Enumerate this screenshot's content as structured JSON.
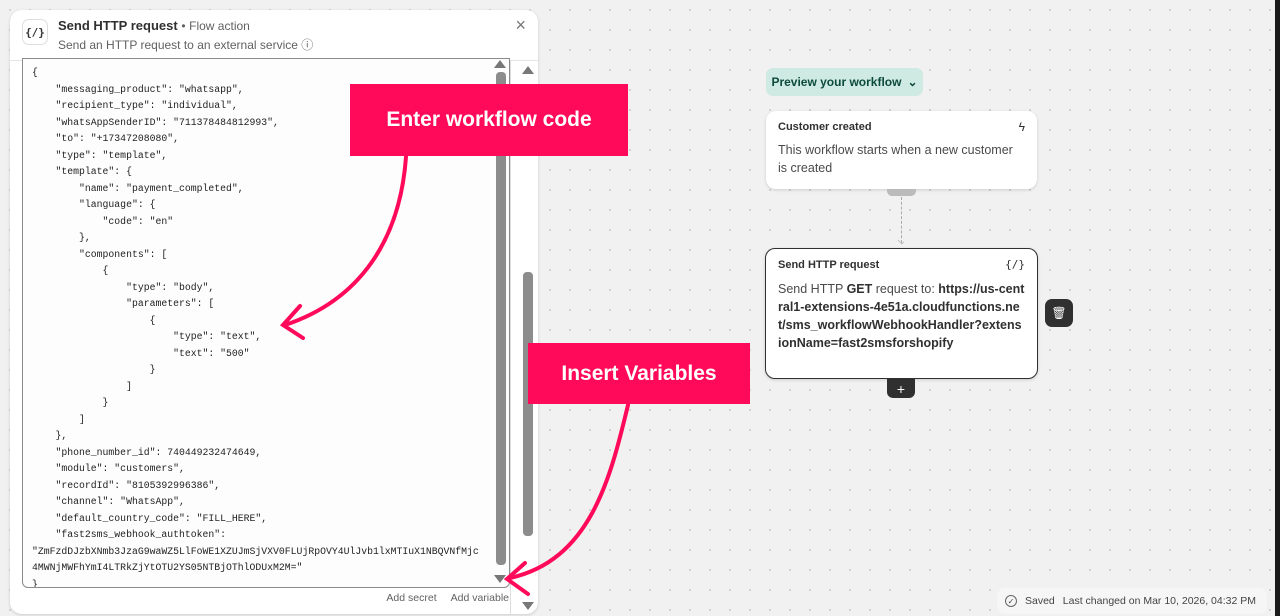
{
  "panel": {
    "icon": "{/}",
    "title": "Send HTTP request",
    "separator": "•",
    "subtitle": "Flow action",
    "description": "Send an HTTP request to an external service",
    "info_icon": "ⓘ",
    "close_icon": "×",
    "code": "{\n    \"messaging_product\": \"whatsapp\",\n    \"recipient_type\": \"individual\",\n    \"whatsAppSenderID\": \"711378484812993\",\n    \"to\": \"+17347208080\",\n    \"type\": \"template\",\n    \"template\": {\n        \"name\": \"payment_completed\",\n        \"language\": {\n            \"code\": \"en\"\n        },\n        \"components\": [\n            {\n                \"type\": \"body\",\n                \"parameters\": [\n                    {\n                        \"type\": \"text\",\n                        \"text\": \"500\"\n                    }\n                ]\n            }\n        ]\n    },\n    \"phone_number_id\": 740449232474649,\n    \"module\": \"customers\",\n    \"recordId\": \"8105392996386\",\n    \"channel\": \"WhatsApp\",\n    \"default_country_code\": \"FILL_HERE\",\n    \"fast2sms_webhook_authtoken\":\n\"ZmFzdDJzbXNmb3JzaG9waWZ5LlFoWE1XZUJmSjVXV0FLUjRpOVY4UlJvb1lxMTIuX1NBQVNfMjc\n4MWNjMWFhYmI4LTRkZjYtOTU2YS05NTBjOThlODUxM2M=\"\n}",
    "add_secret": "Add secret",
    "add_variable": "Add variable"
  },
  "annotations": {
    "enter_code": "Enter workflow code",
    "insert_variables": "Insert Variables",
    "color": "#ff0a5a"
  },
  "canvas": {
    "preview_label": "Preview your workflow",
    "preview_chevron": "⌄",
    "trigger": {
      "title": "Customer created",
      "icon": "ϟ",
      "description": "This workflow starts when a new customer is created"
    },
    "action": {
      "title": "Send HTTP request",
      "icon": "{/}",
      "prefix": "Send HTTP ",
      "method": "GET",
      "middle": " request to: ",
      "url": "https://us-central1-extensions-4e51a.cloudfunctions.net/sms_workflowWebhookHandler?extensionName=fast2smsforshopify"
    },
    "delete_icon": "🗑",
    "add_icon": "+"
  },
  "status": {
    "icon": "✓",
    "saved": "Saved",
    "last_changed": "Last changed on Mar 10, 2026, 04:32 PM"
  }
}
